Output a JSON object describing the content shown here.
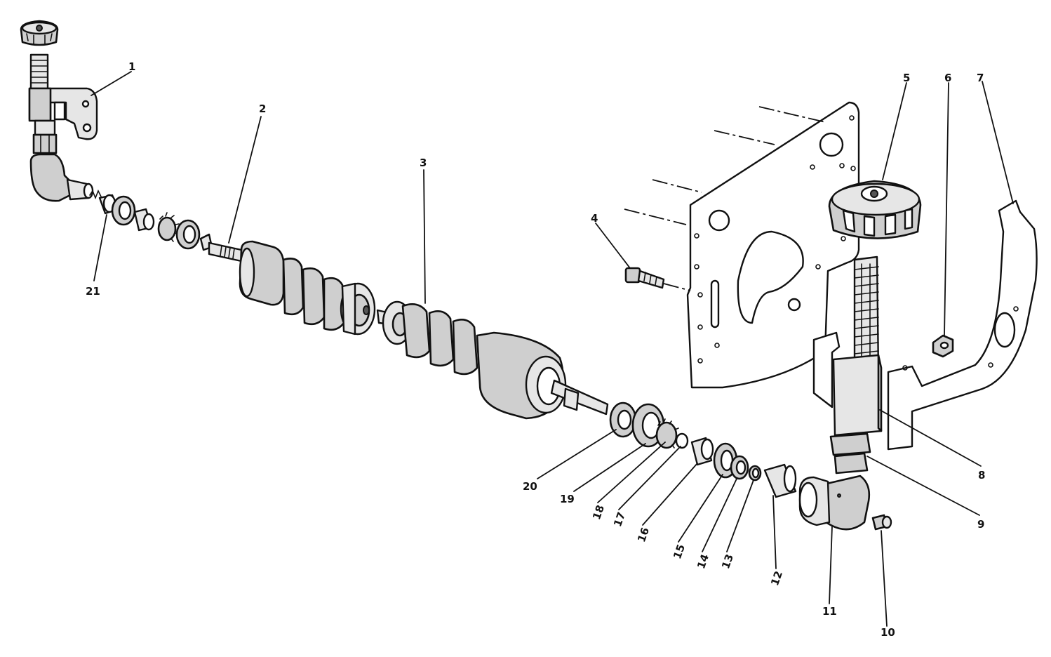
{
  "diagram": {
    "callouts": [
      {
        "id": "c1",
        "text": "1"
      },
      {
        "id": "c2",
        "text": "2"
      },
      {
        "id": "c3",
        "text": "3"
      },
      {
        "id": "c4",
        "text": "4"
      },
      {
        "id": "c5",
        "text": "5"
      },
      {
        "id": "c6",
        "text": "6"
      },
      {
        "id": "c7",
        "text": "7"
      },
      {
        "id": "c8",
        "text": "8"
      },
      {
        "id": "c9",
        "text": "9"
      },
      {
        "id": "c10",
        "text": "10"
      },
      {
        "id": "c11",
        "text": "11"
      },
      {
        "id": "c12",
        "text": "12"
      },
      {
        "id": "c13",
        "text": "13"
      },
      {
        "id": "c14",
        "text": "14"
      },
      {
        "id": "c15",
        "text": "15"
      },
      {
        "id": "c16",
        "text": "16"
      },
      {
        "id": "c17",
        "text": "17"
      },
      {
        "id": "c18",
        "text": "18"
      },
      {
        "id": "c19",
        "text": "19"
      },
      {
        "id": "c20",
        "text": "20"
      },
      {
        "id": "c21",
        "text": "21"
      }
    ],
    "colors": {
      "ink": "#111111",
      "shade": "#cfcfcf",
      "paper": "#ffffff"
    }
  }
}
